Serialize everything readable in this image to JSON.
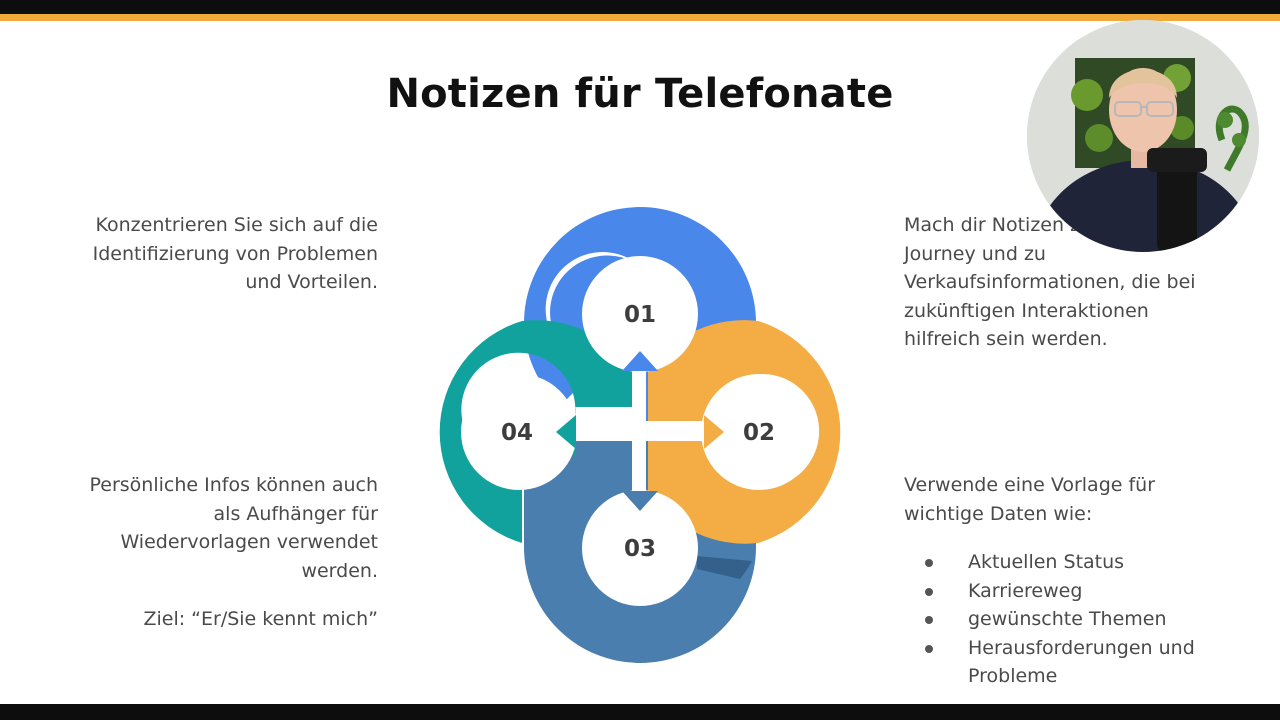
{
  "colors": {
    "accent_line": "#f2a93b",
    "blue": "#4a87ea",
    "orange": "#f4ad45",
    "steel_blue": "#4a7eae",
    "teal": "#11a29d"
  },
  "slide": {
    "title": "Notizen für Telefonate",
    "top_left_text": "Konzentrieren Sie sich auf die Identifizierung von Problemen und Vorteilen.",
    "bottom_left_text": "Persönliche Infos können auch als Aufhänger für Wiedervorlagen verwendet werden.",
    "goal_text": "Ziel: “Er/Sie kennt mich”",
    "top_right_text": "Mach dir Notizen zur Customer Journey und zu Verkaufsinformationen, die bei zukünftigen Interaktionen hilfreich sein werden.",
    "bottom_right_intro": "Verwende eine Vorlage für wichtige Daten wie:",
    "bullets": [
      "Aktuellen Status",
      "Karriereweg",
      "gewünschte Themen",
      "Herausforderungen und Probleme"
    ]
  },
  "diagram": {
    "steps": [
      {
        "label": "01",
        "color": "#4a87ea"
      },
      {
        "label": "02",
        "color": "#f4ad45"
      },
      {
        "label": "03",
        "color": "#4a7eae"
      },
      {
        "label": "04",
        "color": "#11a29d"
      }
    ]
  }
}
